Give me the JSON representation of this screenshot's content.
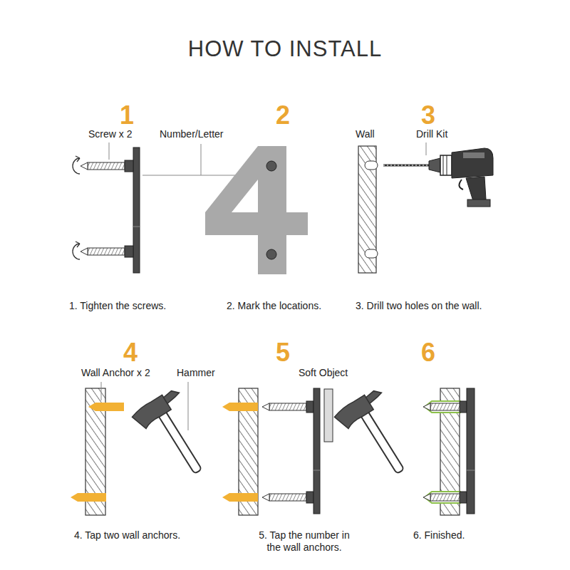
{
  "diagram": {
    "title": "HOW TO INSTALL",
    "labels": [
      "1",
      "2",
      "3",
      "Screw x 2",
      "Number/Letter",
      "Wall",
      "Drill Kit",
      "1. Tighten the screws.",
      "2. Mark the locations.",
      "3. Drill two holes on the wall.",
      "4",
      "5",
      "6",
      "Wall Anchor x 2",
      "Hammer",
      "Soft Object",
      "4. Tap two wall anchors.",
      "5. Tap the number in the wall anchors.",
      "6. Finished."
    ]
  }
}
